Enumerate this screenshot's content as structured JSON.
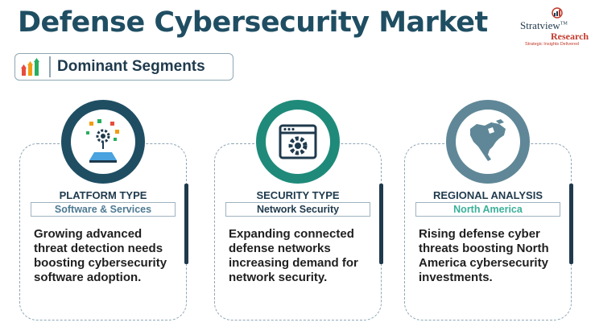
{
  "header": {
    "title": "Defense Cybersecurity Market"
  },
  "logo": {
    "line1": "Stratview",
    "trademark": "TM",
    "line2": "Research",
    "tagline": "Strategic Insights Delivered"
  },
  "segments_bar": {
    "label": "Dominant Segments",
    "icon": "growth-bars-icon"
  },
  "cards": [
    {
      "category": "PLATFORM TYPE",
      "segment": "Software & Services",
      "description": "Growing advanced threat detection needs boosting cybersecurity software adoption.",
      "icon": "software-hologram-icon",
      "color": "#1f4e63"
    },
    {
      "category": "SECURITY TYPE",
      "segment": "Network Security",
      "description": "Expanding connected defense networks increasing demand for network security.",
      "icon": "network-gear-window-icon",
      "color": "#1f8a7a"
    },
    {
      "category": "REGIONAL ANALYSIS",
      "segment": "North America",
      "description": "Rising defense cyber threats boosting North America cybersecurity investments.",
      "icon": "north-america-map-icon",
      "color": "#5f8797"
    }
  ]
}
